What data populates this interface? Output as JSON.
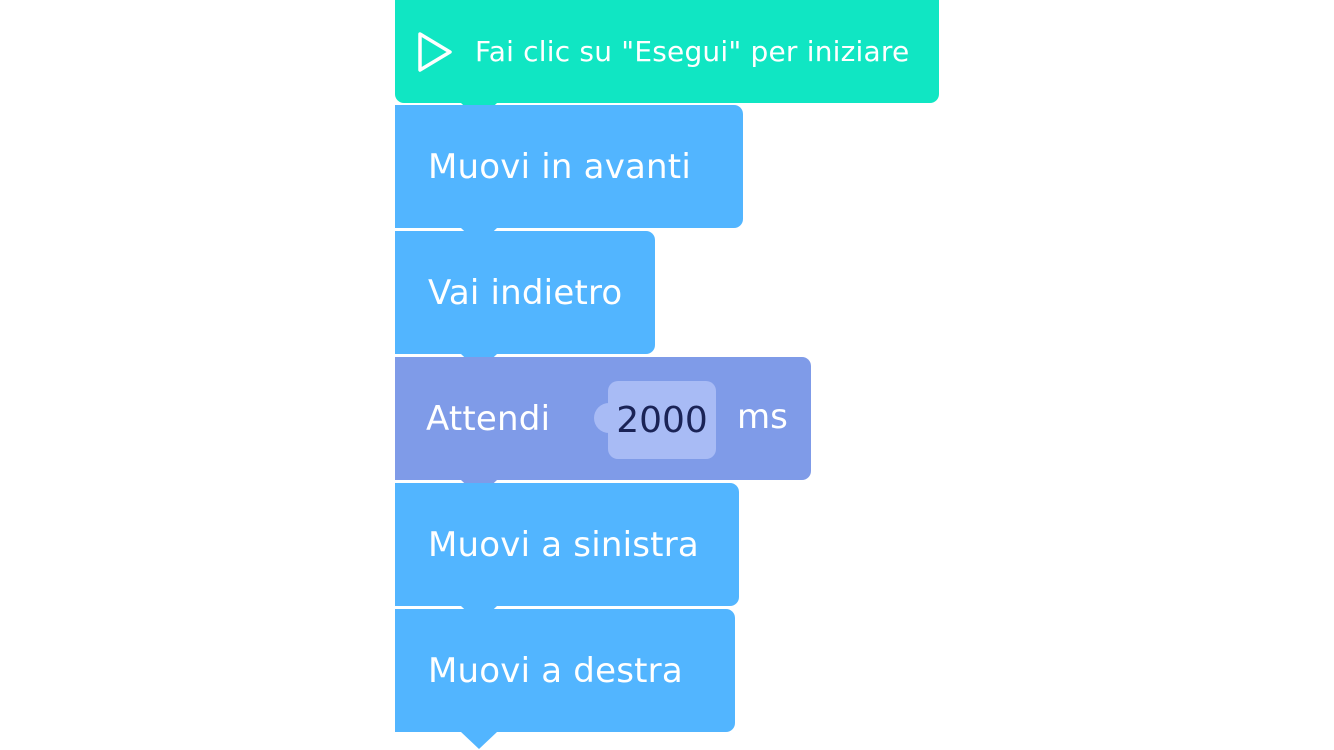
{
  "colors": {
    "start_block": "#10e6c3",
    "move_block": "#52b5ff",
    "wait_block": "#7f9be8",
    "wait_value_slot": "#a8bbf5",
    "value_text": "#1a2356",
    "text": "#ffffff"
  },
  "start": {
    "icon": "play-icon",
    "label": "Fai clic su \"Esegui\" per iniziare"
  },
  "blocks": [
    {
      "label": "Muovi in avanti"
    },
    {
      "label": "Vai indietro"
    },
    {
      "label": "Attendi",
      "value": "2000",
      "unit": "ms"
    },
    {
      "label": "Muovi a sinistra"
    },
    {
      "label": "Muovi a destra"
    }
  ]
}
